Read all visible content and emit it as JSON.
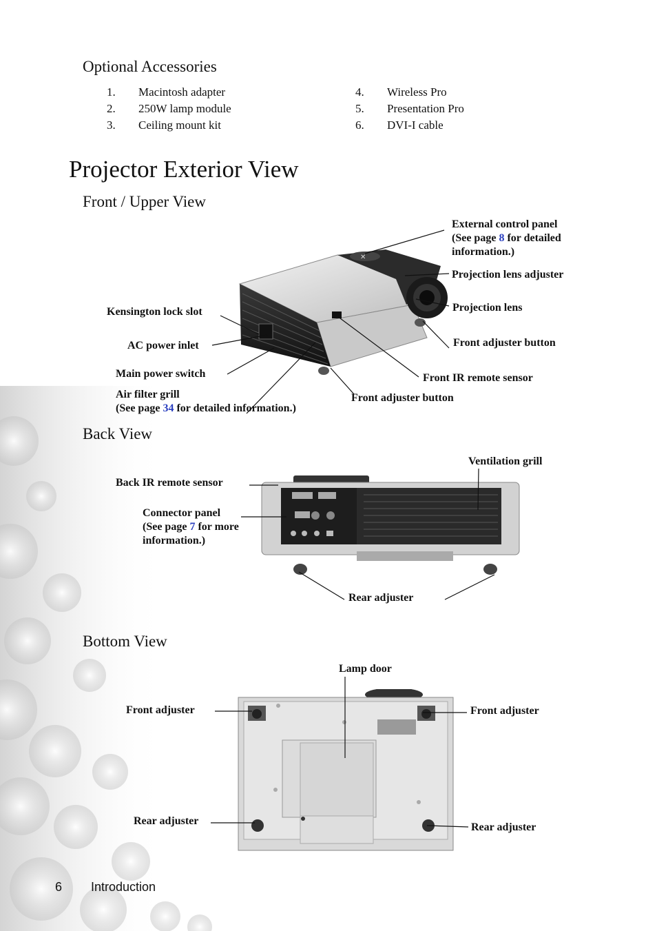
{
  "accessories": {
    "heading": "Optional Accessories",
    "items": [
      {
        "num": "1.",
        "text": "Macintosh adapter"
      },
      {
        "num": "2.",
        "text": "250W lamp module"
      },
      {
        "num": "3.",
        "text": "Ceiling mount kit"
      },
      {
        "num": "4.",
        "text": "Wireless Pro"
      },
      {
        "num": "5.",
        "text": "Presentation Pro"
      },
      {
        "num": "6.",
        "text": "DVI-I cable"
      }
    ]
  },
  "page_title": "Projector Exterior View",
  "front": {
    "heading": "Front / Upper View",
    "labels": {
      "ext_panel_1": "External control panel",
      "ext_panel_2a": "(See page ",
      "ext_panel_page": "8",
      "ext_panel_2b": " for detailed",
      "ext_panel_3": "information.)",
      "lens_adjuster": "Projection lens adjuster",
      "lens": "Projection lens",
      "kensington": "Kensington lock slot",
      "front_adj_right": "Front adjuster button",
      "ac_inlet": "AC power inlet",
      "power_switch": "Main power switch",
      "front_ir": "Front IR remote sensor",
      "air_filter_1": "Air filter grill",
      "air_filter_2a": "(See page ",
      "air_filter_page": "34",
      "air_filter_2b": " for detailed information.)",
      "front_adj_bottom": "Front adjuster button"
    }
  },
  "back": {
    "heading": "Back View",
    "labels": {
      "ventilation": "Ventilation grill",
      "back_ir": "Back IR remote sensor",
      "connector_1": "Connector panel",
      "connector_2a": "(See page ",
      "connector_page": "7",
      "connector_2b": " for more",
      "connector_3": "information.)",
      "rear_adjuster": "Rear adjuster"
    }
  },
  "bottom": {
    "heading": "Bottom View",
    "labels": {
      "lamp_door": "Lamp door",
      "front_adj_left": "Front adjuster",
      "front_adj_right": "Front adjuster",
      "rear_adj_left": "Rear adjuster",
      "rear_adj_right": "Rear adjuster"
    }
  },
  "footer": {
    "page_number": "6",
    "section": "Introduction"
  }
}
